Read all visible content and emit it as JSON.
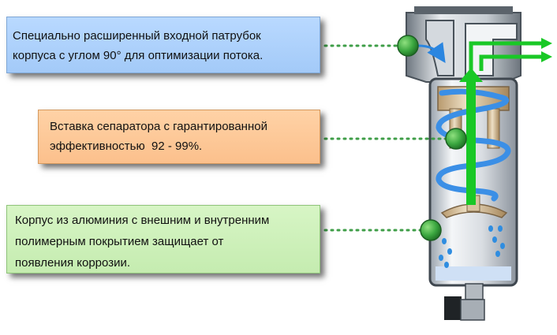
{
  "callouts": [
    {
      "line1": "Специально расширенный входной патрубок",
      "line2": "корпуса с углом 90° для оптимизации потока."
    },
    {
      "line1": "Вставка сепаратора с гарантированной",
      "line2": "эффективностью  92 - 99%."
    },
    {
      "line1": "Корпус из алюминия с внешним и внутренним",
      "line2": "полимерным покрытием защищает от",
      "line3": "появления коррозии."
    }
  ],
  "colors": {
    "callout_blue": "#a9cff9",
    "callout_orange": "#fcc593",
    "callout_green": "#cdefba",
    "leader_dots": "#3f9e48",
    "marker": "#3aa63f",
    "flow_in": "#2b86e0",
    "flow_out": "#19c826",
    "swirl": "#3b8fe6",
    "drops": "#2f8de0"
  },
  "icons": [
    "inlet-arrow-icon",
    "outlet-arrow-icon",
    "spiral-flow-icon",
    "water-drop-icon",
    "drain-valve-icon"
  ]
}
